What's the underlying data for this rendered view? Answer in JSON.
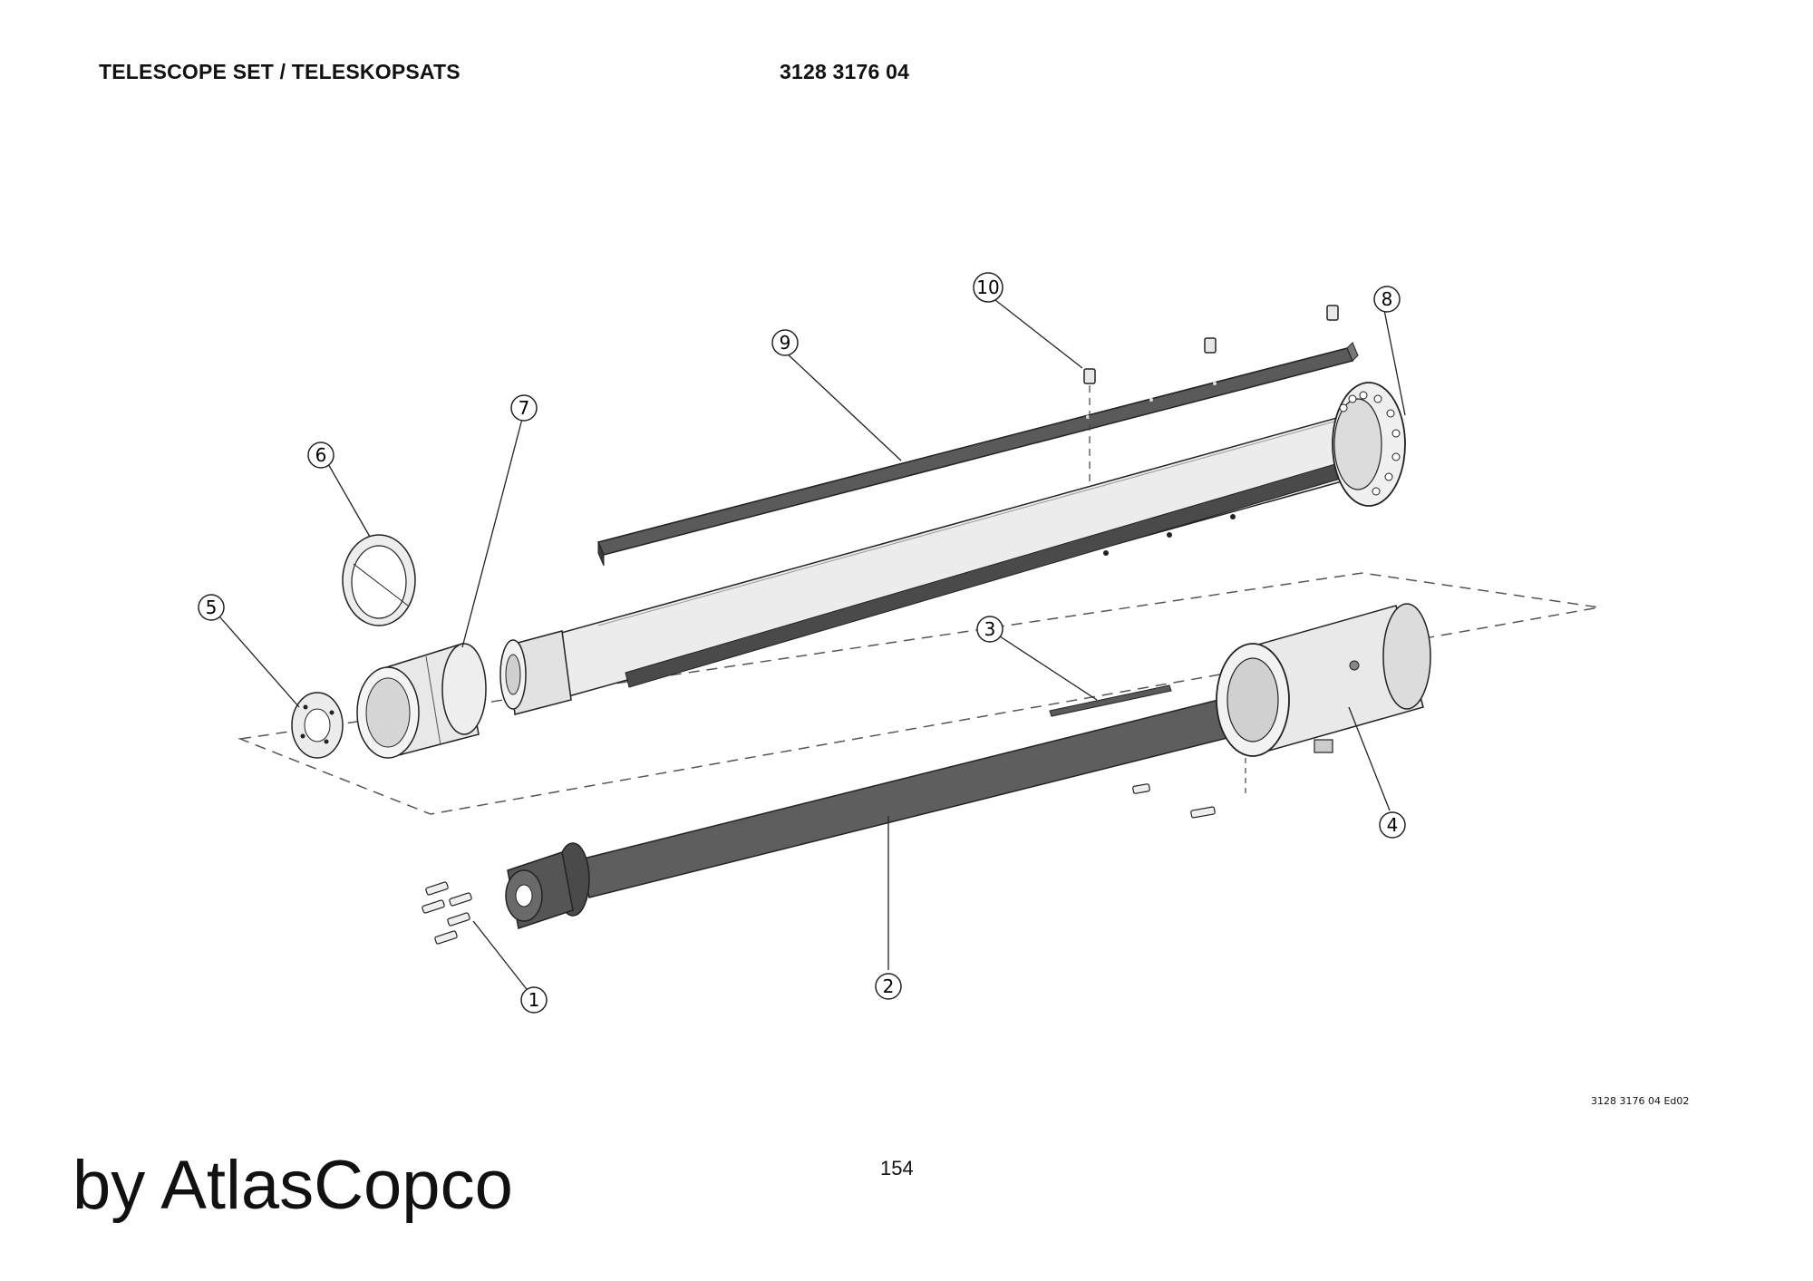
{
  "header": {
    "title": "TELESCOPE SET / TELESKOPSATS",
    "part_number": "3128 3176 04"
  },
  "diagram": {
    "callouts": [
      "1",
      "2",
      "3",
      "4",
      "5",
      "6",
      "7",
      "8",
      "9",
      "10"
    ]
  },
  "footer": {
    "drawing_ref": "3128 3176 04 Ed02",
    "page_number": "154",
    "brand": "by AtlasCopco"
  },
  "colors": {
    "line": "#222222",
    "dark_part": "#5a5a5a",
    "light_part": "#e6e6e6",
    "mid_part": "#cfcfcf"
  }
}
